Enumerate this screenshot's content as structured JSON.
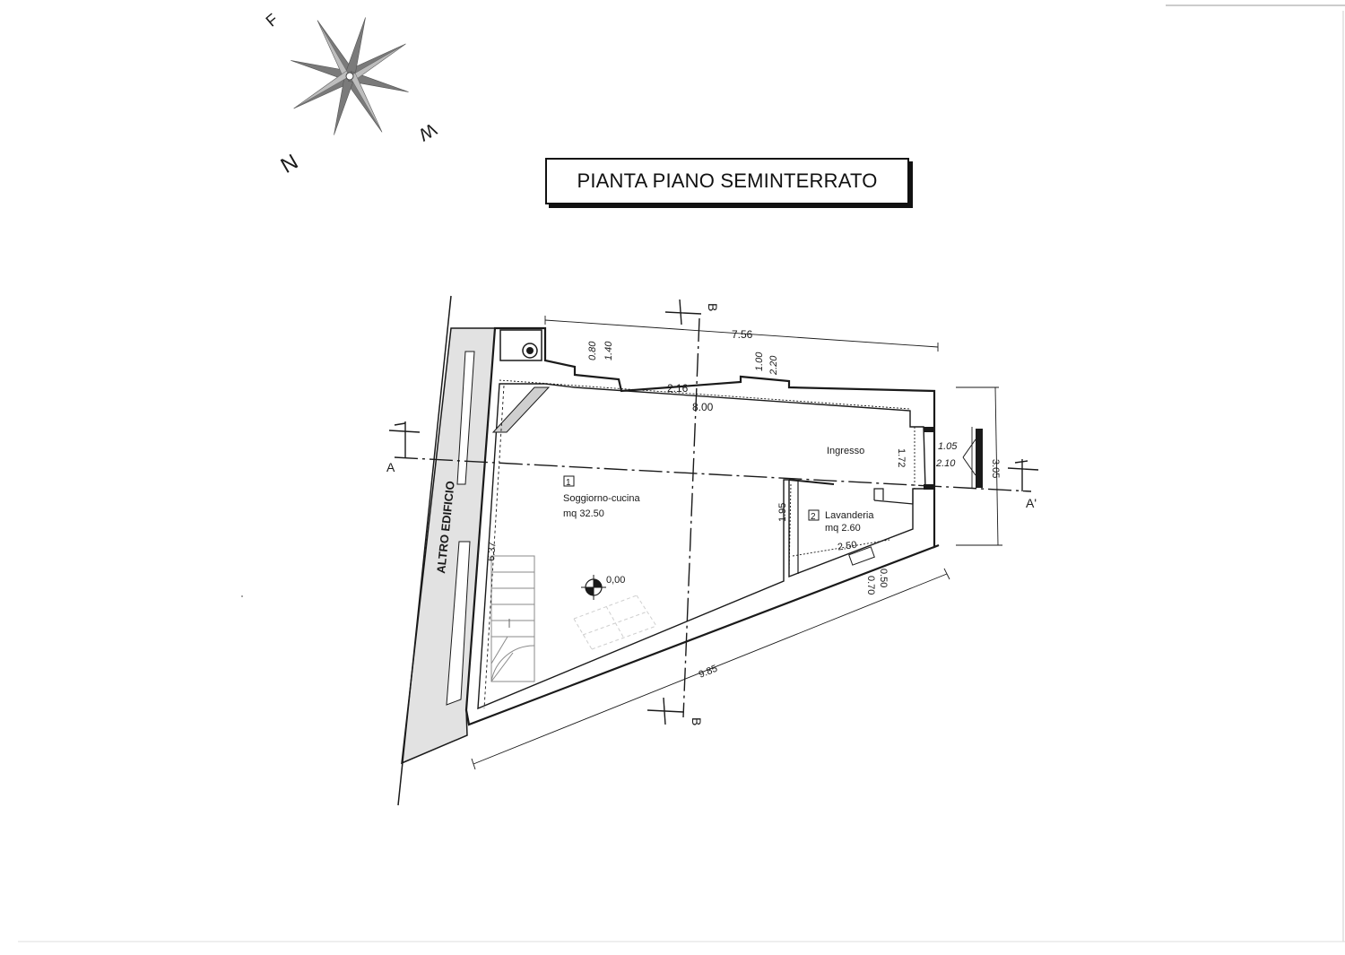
{
  "title": "PIANTA PIANO SEMINTERRATO",
  "compass": {
    "labels": [
      "F",
      "W",
      "N"
    ]
  },
  "rooms": [
    {
      "number": "1",
      "name": "Soggiorno-cucina",
      "area": "mq 32.50"
    },
    {
      "number": "2",
      "name": "Lavanderia",
      "area": "mq 2.60"
    }
  ],
  "ingresso": "Ingresso",
  "neighbor": "ALTRO EDIFICIO",
  "level": "0,00",
  "sections": {
    "a_left": "A",
    "a_right": "A'",
    "b_top": "B",
    "b_bottom": "B"
  },
  "dimensions": {
    "top_overall": "7.56",
    "interior_top": "8.00",
    "window_span": "2.16",
    "window1_w": "0.80",
    "window1_h": "1.40",
    "window2_w": "1.00",
    "window2_h": "2.20",
    "right_overall": "3.05",
    "door_w": "1.05",
    "door_h": "2.10",
    "ingresso_depth": "1.72",
    "lavanderia_h": "1.95",
    "lavanderia_w": "2.50",
    "small_window_w": "0.50",
    "small_window_h": "0.70",
    "left_inner": "6.37",
    "bottom_overall": "9.85"
  },
  "colors": {
    "ink": "#1a1a1a",
    "hatch": "#d7d7d7",
    "compass": "#7a7a7a"
  }
}
